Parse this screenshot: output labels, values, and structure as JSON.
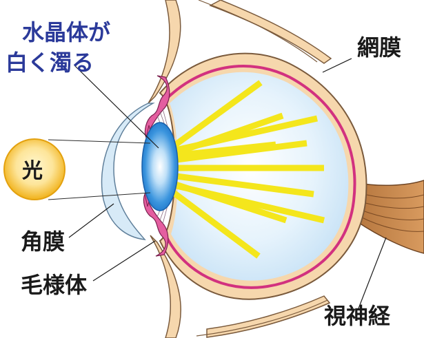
{
  "labels": {
    "lens_clouding_line1": "水晶体が",
    "lens_clouding_line2": "白く濁る",
    "light": "光",
    "retina": "網膜",
    "cornea": "角膜",
    "ciliary_body": "毛様体",
    "optic_nerve": "視神経"
  },
  "colors": {
    "sclera": "#f6d7ad",
    "sclera_outline": "#7a5a3c",
    "retina_layer": "#d2317f",
    "vitreous": "#dceefa",
    "cornea": "#d7eaf7",
    "lens": "#2a86d6",
    "light_rays": "#f4e61c",
    "light_source": "#f2b818",
    "ciliary": "#e45ea0",
    "label_blue": "#2b3a9a",
    "label_dark": "#1a1a1a"
  }
}
